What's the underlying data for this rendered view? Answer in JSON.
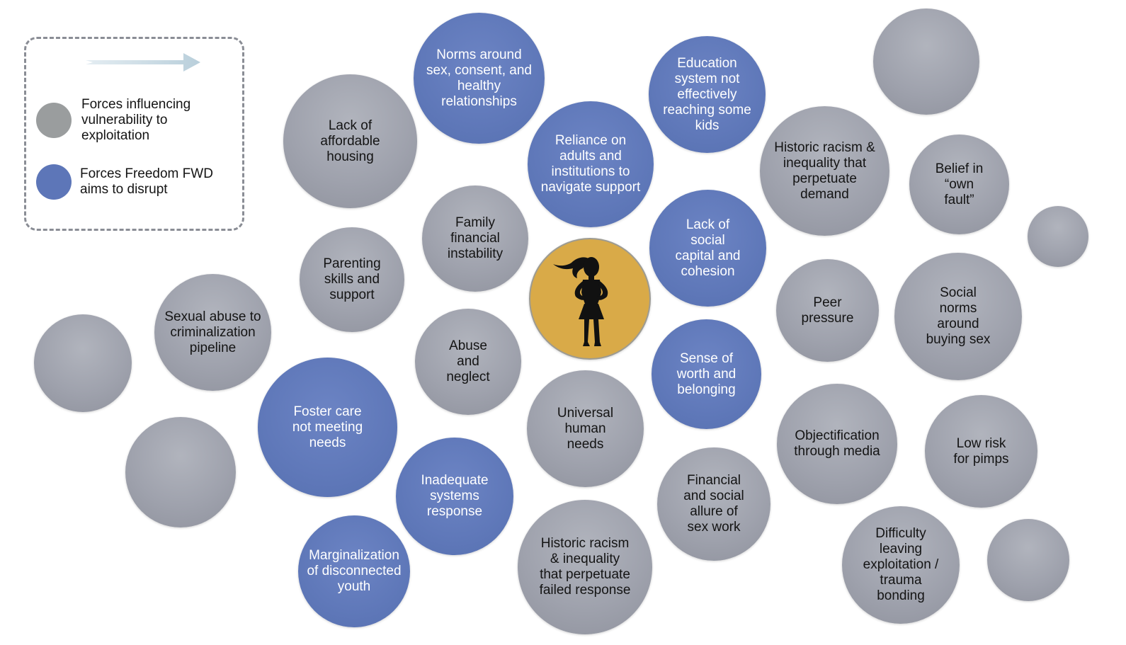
{
  "legend": {
    "gray_label": "Forces influencing\nvulnerability to\nexploitation",
    "blue_label": "Forces Freedom FWD\naims to disrupt"
  },
  "colors": {
    "gray": "#9fa2ad",
    "blue": "#5f78b9",
    "center": "#d9aa48",
    "arrow": "#c9dbe4"
  },
  "center_icon": "woman-silhouette-icon",
  "bubbles": {
    "norms_sex": "Norms around sex, consent, and healthy relationships",
    "education": "Education system not effectively reaching some kids",
    "affordable_housing": "Lack of affordable housing",
    "reliance_adults": "Reliance on adults and institutions to navigate support",
    "historic_racism_demand": "Historic racism & inequality that perpetuate demand",
    "own_fault": "Belief in “own fault”",
    "family_financial": "Family financial instability",
    "social_capital": "Lack of social capital and cohesion",
    "parenting": "Parenting skills and support",
    "sexual_abuse": "Sexual abuse to criminalization pipeline",
    "peer_pressure": "Peer pressure",
    "social_norms_buying": "Social norms around buying sex",
    "abuse_neglect": "Abuse and neglect",
    "worth_belonging": "Sense of worth and belonging",
    "foster_care": "Foster care not meeting needs",
    "universal_needs": "Universal human needs",
    "objectification": "Objectification through media",
    "low_risk_pimps": "Low risk for pimps",
    "inadequate_systems": "Inadequate systems response",
    "financial_allure": "Financial and social allure of sex work",
    "marginalization": "Marginalization of disconnected youth",
    "historic_racism_response": "Historic racism & inequality that perpetuate failed response",
    "difficulty_leaving": "Difficulty leaving exploitation / trauma bonding"
  }
}
